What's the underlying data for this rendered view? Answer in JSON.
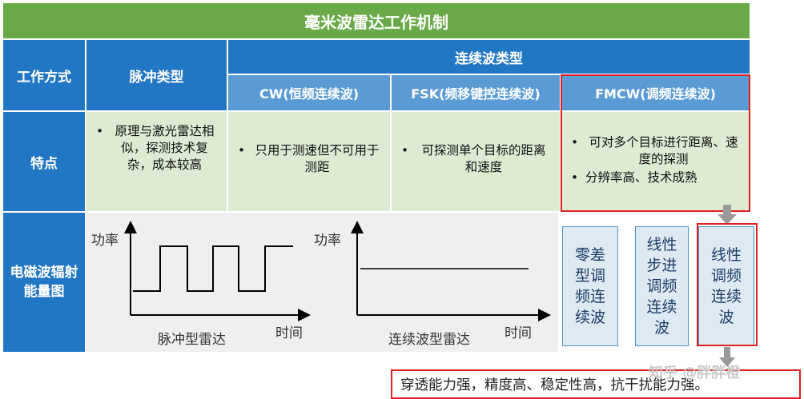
{
  "title": "毫米波雷达工作机制",
  "col_header": {
    "work_mode": "工作方式",
    "pulse": "脉冲类型",
    "continuous": "连续波类型"
  },
  "sub_header": {
    "cw": "CW(恒频连续波)",
    "fsk": "FSK(频移键控连续波)",
    "fmcw": "FMCW(调频连续波)"
  },
  "features": {
    "row_label": "特点",
    "pulse": [
      "原理与激光雷达相似，探测技术复杂，成本较高"
    ],
    "cw": [
      "只用于测速但不可用于测距"
    ],
    "fsk": [
      "可探测单个目标的距离和速度"
    ],
    "fmcw": [
      "可对多个目标进行距离、速度的探测",
      "分辨率高、技术成熟"
    ]
  },
  "energy": {
    "row_label": "电磁波辐射能量图",
    "pulse_plot": {
      "ylabel": "功率",
      "xlabel": "时间",
      "caption": "脉冲型雷达"
    },
    "cw_plot": {
      "ylabel": "功率",
      "xlabel": "时间",
      "caption": "连续波型雷达"
    }
  },
  "fmcw_modes": [
    "零差型调频连续波",
    "线性步进调频连续波",
    "线性调频连续波"
  ],
  "conclusion": "穿透能力强，精度高、稳定性高，抗干扰能力强。",
  "watermark": "知乎 @胖胖橙",
  "colors": {
    "title_green": "#69a947",
    "header_blue": "#2277c4",
    "subheader_blue": "#5b9bd5",
    "feature_green": "#dcebd2",
    "highlight_red": "#e02020"
  }
}
